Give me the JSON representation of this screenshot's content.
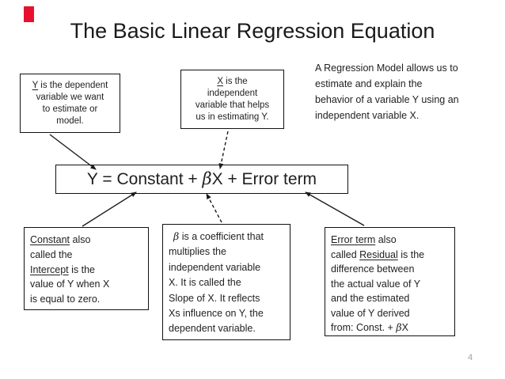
{
  "slide": {
    "title": "The Basic Linear Regression Equation",
    "page_number": "4",
    "accent_color": "#e8112d",
    "text_color": "#1f1f1f",
    "box_border_color": "#111111",
    "note": "A Regression Model allows us to\nestimate and explain the\nbehavior of a variable Y using an\nindependent variable X.",
    "y_box": {
      "underlined": "Y",
      "rest": " is the dependent\nvariable we want\nto estimate or\nmodel."
    },
    "x_box": {
      "underlined": "X",
      "rest": " is the\nindependent\nvariable that helps\nus in estimating Y."
    },
    "equation": {
      "prefix": "Y = Constant + ",
      "beta": "β",
      "suffix": "X + Error term"
    },
    "constant_box": {
      "u1": "Constant",
      "t1": " also\ncalled the\n",
      "u2": "Intercept",
      "t2": " is the\nvalue of Y when X\nis equal to zero."
    },
    "beta_box": {
      "beta": "β",
      "rest": " is a coefficient that\nmultiplies the\nindependent variable\nX.  It is called the\nSlope of X.  It reflects\nXs influence on Y, the\ndependent variable."
    },
    "error_box": {
      "u1": "Error term",
      "t1": " also\ncalled ",
      "u2": "Residual",
      "t2": " is the\ndifference between\nthe actual value of Y\nand the estimated\nvalue of Y derived\nfrom: Const. + ",
      "beta": "β",
      "t3": "X"
    }
  }
}
